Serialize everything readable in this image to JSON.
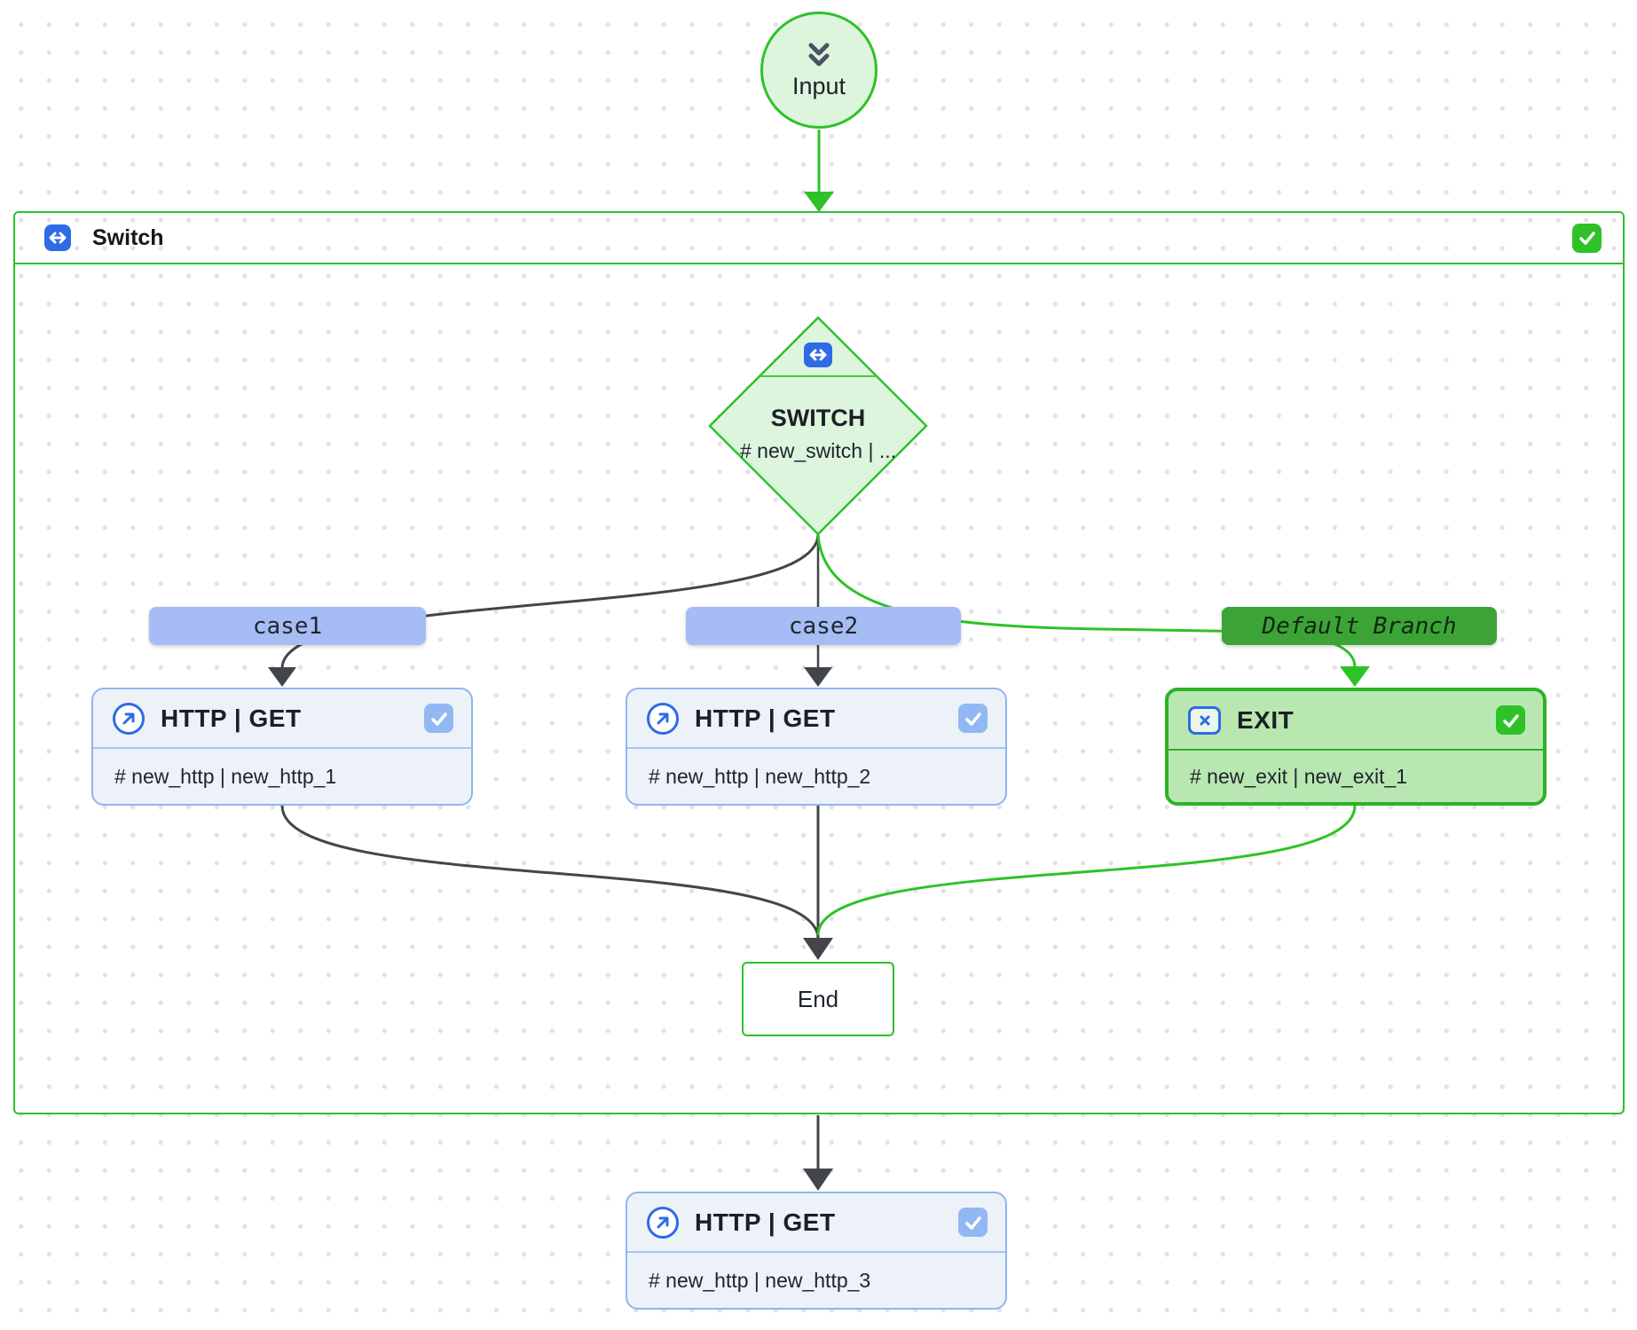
{
  "flow": {
    "input": {
      "label": "Input"
    },
    "switch_group": {
      "title": "Switch",
      "checked": true
    },
    "switch_node": {
      "title": "SWITCH",
      "subtitle": "# new_switch | ..."
    },
    "branches": {
      "case1": "case1",
      "case2": "case2",
      "default_branch": "Default Branch"
    },
    "http1": {
      "title": "HTTP | GET",
      "subtitle": "# new_http | new_http_1",
      "checked": true
    },
    "http2": {
      "title": "HTTP | GET",
      "subtitle": "# new_http | new_http_2",
      "checked": true
    },
    "exit1": {
      "title": "EXIT",
      "subtitle": "# new_exit | new_exit_1",
      "checked": true
    },
    "end": {
      "label": "End"
    },
    "http3": {
      "title": "HTTP | GET",
      "subtitle": "# new_http | new_http_3",
      "checked": true
    }
  },
  "icons": {
    "input": "double-chevron-down-icon",
    "switch": "horizontal-arrows-icon",
    "http": "arrow-up-right-circle-icon",
    "exit": "x-square-icon",
    "checkbox": "checkmark-icon"
  },
  "colors": {
    "green_accent": "#2ec228",
    "green_fill_light": "#ddf5dc",
    "exit_fill": "#b9e7b2",
    "exit_border": "#2cb324",
    "default_branch_bg": "#3ca437",
    "case_label_bg": "#a6bcf4",
    "http_border": "#8fb5f0",
    "http_fill": "#edf2f9",
    "blue_icon": "#2e6be6",
    "checkbox_blue": "#92b8f3",
    "edge_dark": "#42464b"
  }
}
